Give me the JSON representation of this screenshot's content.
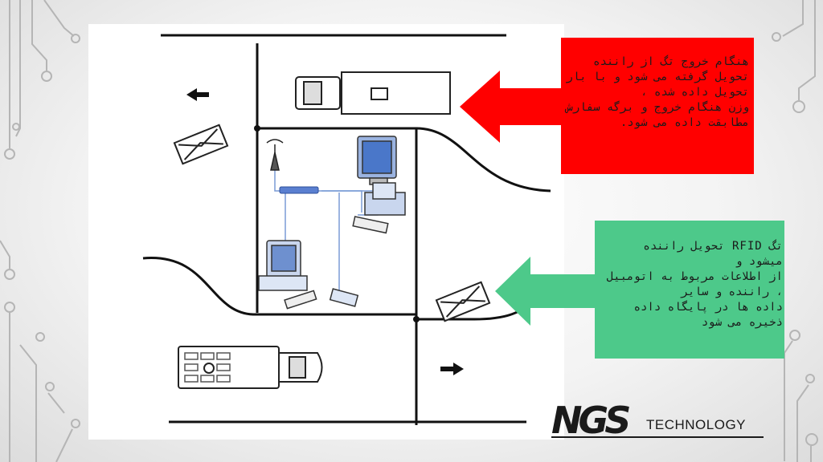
{
  "callout_exit": {
    "color": "#ff0000",
    "lines": "هنگام خروج تگ از راننده\nتحویل گرفته می شود و با بار تحویل داده شده ،\nوزن هنگام خروج و برگه سفارش\nمطابقت داده می شود."
  },
  "callout_entry": {
    "color": "#4dc98a",
    "lines": "تگ RFID تحویل راننده\nمیشود و\nاز اطلاعات مربوط به اتومبیل ، راننده و سایر\nداده ها در پایگاه داده\nذخیره می شود"
  },
  "logo": {
    "mark": "NGS",
    "subtitle": "TECHNOLOGY"
  },
  "icons": [
    "truck-icon",
    "rfid-tag-icon",
    "antenna-icon",
    "computer-icon",
    "switch-icon",
    "router-icon",
    "arrow-left-icon",
    "arrow-right-icon"
  ]
}
